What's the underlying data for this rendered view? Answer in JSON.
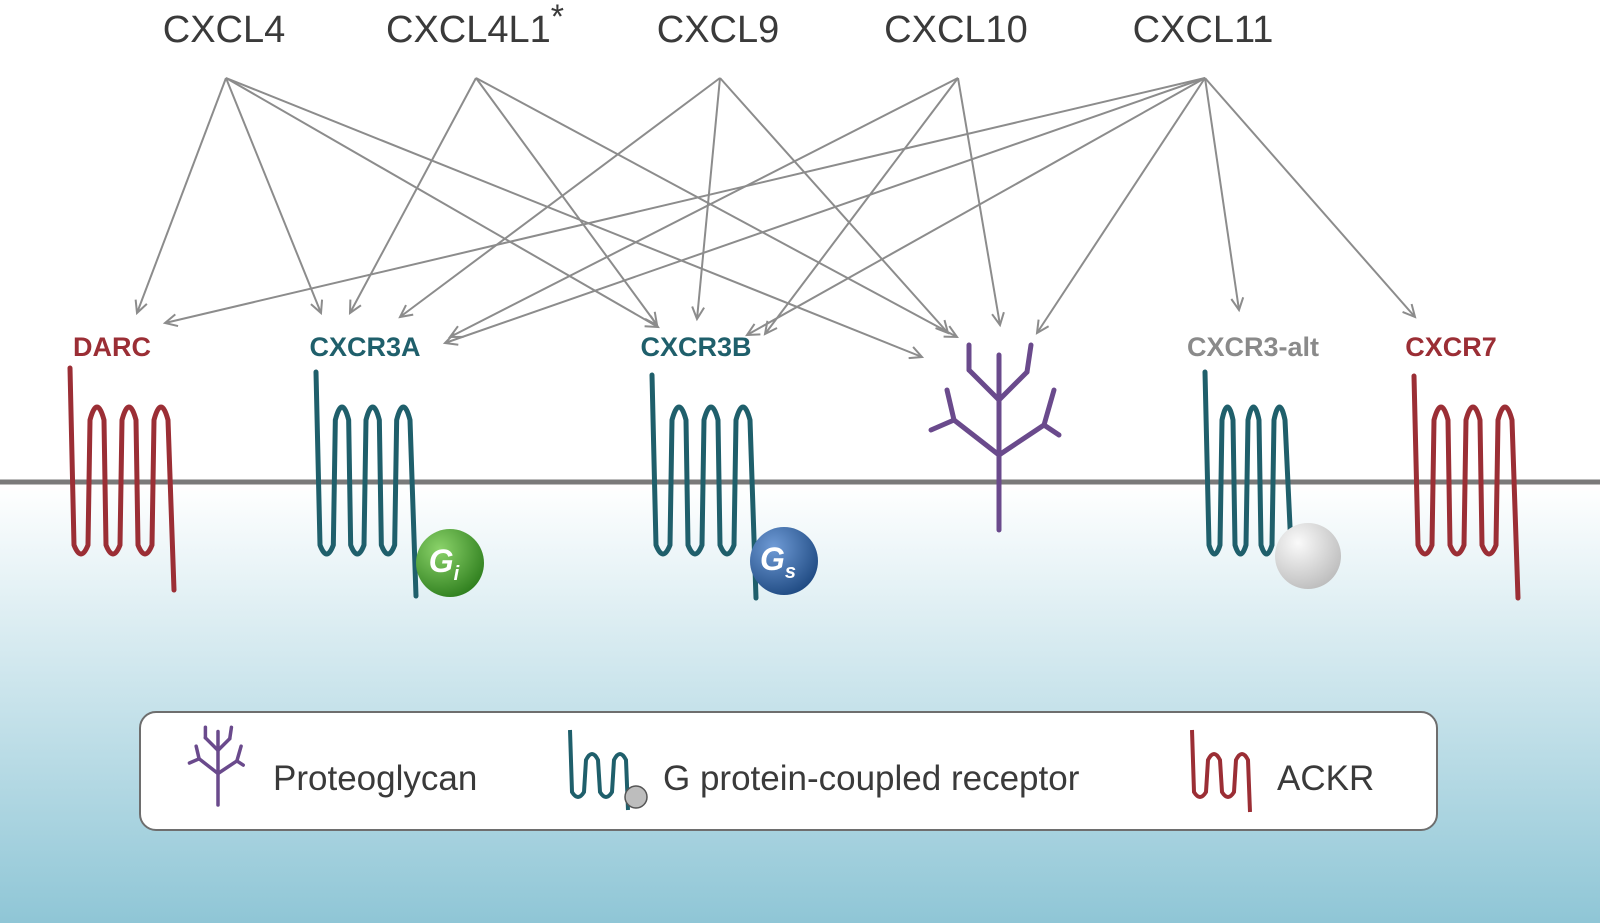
{
  "ligands": [
    {
      "id": "cxcl4",
      "label": "CXCL4",
      "superscript": ""
    },
    {
      "id": "cxcl4l1",
      "label": "CXCL4L1",
      "superscript": "*"
    },
    {
      "id": "cxcl9",
      "label": "CXCL9",
      "superscript": ""
    },
    {
      "id": "cxcl10",
      "label": "CXCL10",
      "superscript": ""
    },
    {
      "id": "cxcl11",
      "label": "CXCL11",
      "superscript": ""
    }
  ],
  "receptors": [
    {
      "id": "darc",
      "label": "DARC",
      "kind": "ackr",
      "color": "#9B2E35"
    },
    {
      "id": "cxcr3a",
      "label": "CXCR3A",
      "kind": "gpcr",
      "color": "#1F5F6B",
      "gprotein": {
        "letter": "G",
        "sub": "i",
        "color": "#3E9B2B"
      }
    },
    {
      "id": "cxcr3b",
      "label": "CXCR3B",
      "kind": "gpcr",
      "color": "#1F5F6B",
      "gprotein": {
        "letter": "G",
        "sub": "s",
        "color": "#2D5E9C"
      }
    },
    {
      "id": "proteoglycan",
      "label": "",
      "kind": "proteoglycan",
      "color": "#6A4A8C"
    },
    {
      "id": "cxcr3alt",
      "label": "CXCR3-alt",
      "kind": "gpcr",
      "color": "#1F5F6B",
      "label_color": "#8A8A8A",
      "gprotein": {
        "letter": "",
        "sub": "",
        "color": "#D0D0D0"
      }
    },
    {
      "id": "cxcr7",
      "label": "CXCR7",
      "kind": "ackr",
      "color": "#9B2E35"
    }
  ],
  "interactions": [
    [
      "cxcl4",
      "darc"
    ],
    [
      "cxcl4",
      "cxcr3a"
    ],
    [
      "cxcl4",
      "cxcr3b"
    ],
    [
      "cxcl4",
      "proteoglycan"
    ],
    [
      "cxcl4l1",
      "cxcr3a"
    ],
    [
      "cxcl4l1",
      "cxcr3b"
    ],
    [
      "cxcl4l1",
      "proteoglycan"
    ],
    [
      "cxcl9",
      "cxcr3a"
    ],
    [
      "cxcl9",
      "cxcr3b"
    ],
    [
      "cxcl9",
      "proteoglycan"
    ],
    [
      "cxcl10",
      "cxcr3a"
    ],
    [
      "cxcl10",
      "cxcr3b"
    ],
    [
      "cxcl10",
      "proteoglycan"
    ],
    [
      "cxcl11",
      "darc"
    ],
    [
      "cxcl11",
      "cxcr3a"
    ],
    [
      "cxcl11",
      "cxcr3b"
    ],
    [
      "cxcl11",
      "proteoglycan"
    ],
    [
      "cxcl11",
      "cxcr3alt"
    ],
    [
      "cxcl11",
      "cxcr7"
    ]
  ],
  "legend": {
    "proteoglycan": "Proteoglycan",
    "gpcr": "G protein-coupled receptor",
    "ackr": "ACKR"
  },
  "colors": {
    "arrow": "#8C8C8C",
    "membrane": "#7A7A7A",
    "ligand_text": "#3A3A3A",
    "cytoplasm_top": "#FFFFFF",
    "cytoplasm_bottom": "#8FC6D6",
    "legend_border": "#6E6E6E"
  }
}
